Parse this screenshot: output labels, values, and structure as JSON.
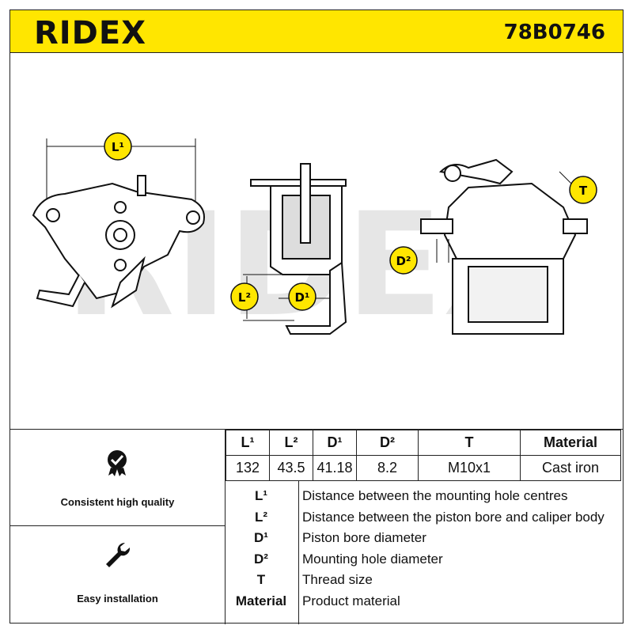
{
  "header": {
    "brand": "RIDEX",
    "part_number": "78B0746",
    "background_color": "#ffe600"
  },
  "drawing": {
    "watermark": "RIDEX",
    "callouts": {
      "L1": "L¹",
      "L2": "L²",
      "D1": "D¹",
      "D2": "D²",
      "T": "T"
    }
  },
  "features": [
    {
      "label": "Consistent high quality",
      "icon": "quality-badge-icon"
    },
    {
      "label": "Easy installation",
      "icon": "wrench-icon"
    }
  ],
  "dimensions": {
    "headers": [
      "L¹",
      "L²",
      "D¹",
      "D²",
      "T",
      "Material"
    ],
    "values": [
      "132",
      "43.5",
      "41.18",
      "8.2",
      "M10x1",
      "Cast iron"
    ]
  },
  "legend": [
    {
      "key": "L¹",
      "desc": "Distance between the mounting hole centres"
    },
    {
      "key": "L²",
      "desc": "Distance between the piston bore and caliper body"
    },
    {
      "key": "D¹",
      "desc": "Piston bore diameter"
    },
    {
      "key": "D²",
      "desc": "Mounting hole diameter"
    },
    {
      "key": "T",
      "desc": "Thread size"
    },
    {
      "key": "Material",
      "desc": "Product material"
    }
  ]
}
